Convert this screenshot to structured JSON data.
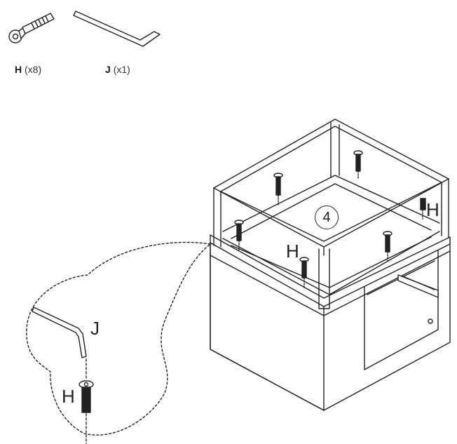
{
  "parts": [
    {
      "letter": "H",
      "quantity": "(x8)",
      "icon": "cam-bolt-icon"
    },
    {
      "letter": "J",
      "quantity": "(x1)",
      "icon": "allen-key-icon"
    }
  ],
  "callouts": {
    "h_front": "H",
    "h_right": "H",
    "j_detail": "J",
    "h_detail": "H"
  },
  "step_number": "4",
  "colors": {
    "line": "#222222",
    "fill": "#ffffff"
  }
}
